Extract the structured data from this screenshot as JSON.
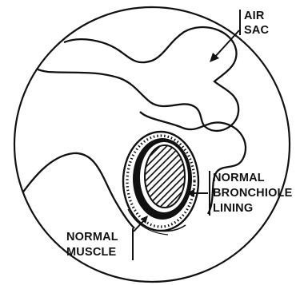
{
  "labels": {
    "air_sac_line1": "AIR",
    "air_sac_line2": "SAC",
    "bronchiole_line1": "NORMAL",
    "bronchiole_line2": "BRONCHIOLE",
    "bronchiole_line3": "LINING",
    "muscle_line1": "NORMAL",
    "muscle_line2": "MUSCLE"
  },
  "colors": {
    "ink": "#111111",
    "background": "#ffffff"
  }
}
